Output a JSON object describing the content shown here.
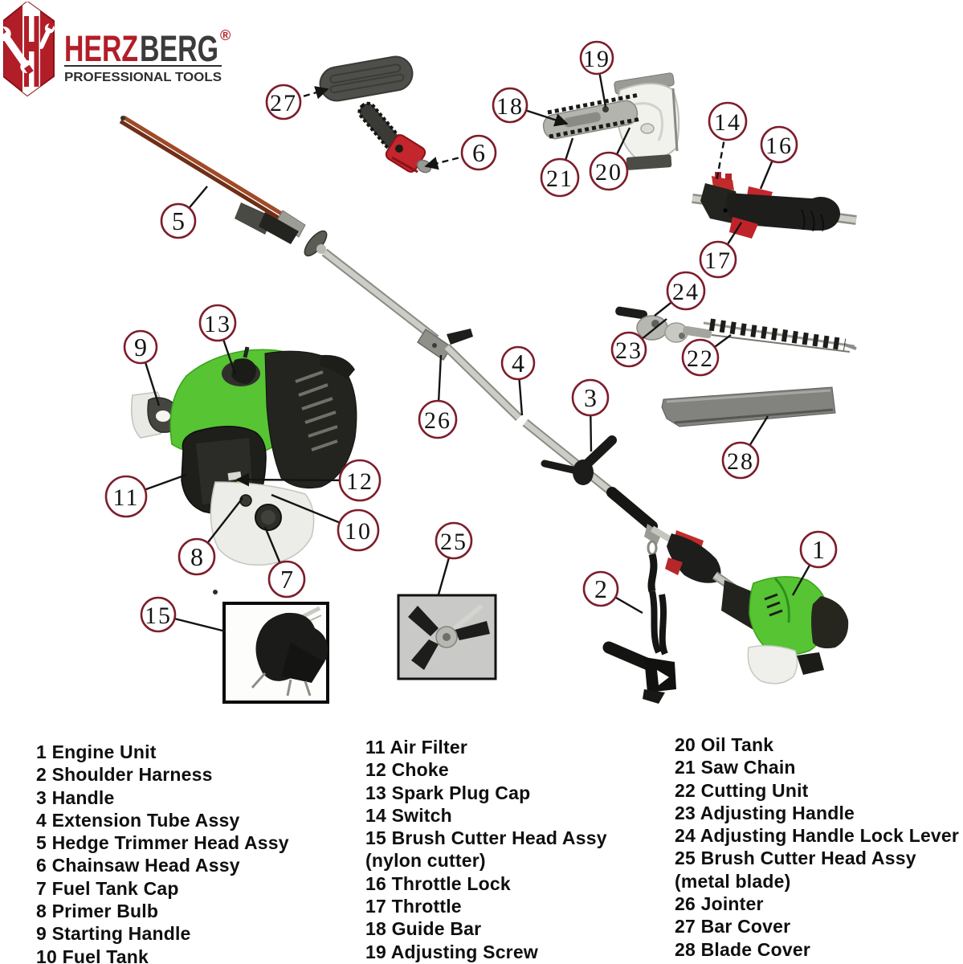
{
  "logo": {
    "brand_red": "HERZ",
    "brand_dark": "BERG",
    "registered": "®",
    "tagline": "PROFESSIONAL TOOLS"
  },
  "callout_numbers": [
    "1",
    "2",
    "3",
    "4",
    "5",
    "6",
    "7",
    "8",
    "9",
    "10",
    "11",
    "12",
    "13",
    "14",
    "15",
    "16",
    "17",
    "18",
    "19",
    "20",
    "21",
    "22",
    "23",
    "24",
    "25",
    "26",
    "27",
    "28"
  ],
  "legend": {
    "col1": [
      "1 Engine Unit",
      "2 Shoulder Harness",
      "3 Handle",
      "4 Extension Tube Assy",
      "5 Hedge Trimmer Head Assy",
      "6 Chainsaw Head Assy",
      "7 Fuel Tank Cap",
      "8 Primer Bulb",
      "9 Starting Handle",
      "10 Fuel Tank"
    ],
    "col2": [
      "11 Air Filter",
      "12 Choke",
      "13 Spark Plug Cap",
      "14 Switch",
      "15 Brush Cutter Head Assy",
      "(nylon cutter)",
      "16 Throttle Lock",
      "17 Throttle",
      "18 Guide Bar",
      "19 Adjusting Screw"
    ],
    "col3": [
      "20 Oil Tank",
      "21 Saw Chain",
      "22 Cutting Unit",
      "23 Adjusting Handle",
      "24 Adjusting Handle Lock Lever",
      "25 Brush Cutter Head Assy",
      "(metal blade)",
      "26 Jointer",
      "27 Bar Cover",
      "28 Blade Cover"
    ]
  },
  "colors": {
    "brand_red": "#b21e28",
    "callout_ring": "#7d1d2b",
    "engine_green": "#56c433",
    "chainsaw_red": "#c3262d",
    "hedge_blade_brown": "#9b4526",
    "text_black": "#0f0f0f"
  }
}
